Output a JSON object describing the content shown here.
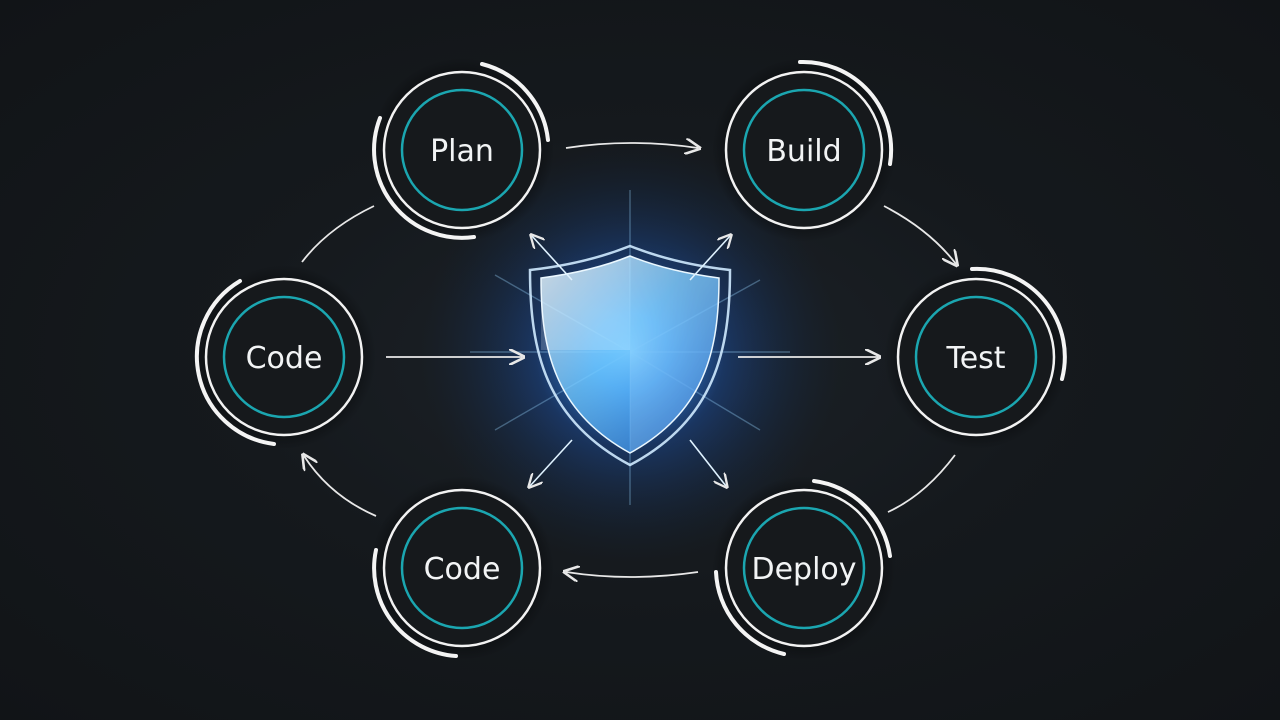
{
  "colors": {
    "background": "#15191d",
    "node_fill": "#16191c",
    "node_ring_outer": "#f2f2f2",
    "node_ring_inner": "#1ba6b0",
    "connector": "#e8e8e8",
    "shield_glow": "#2b8cff"
  },
  "center": {
    "icon": "shield-icon"
  },
  "nodes": [
    {
      "id": "plan",
      "label": "Plan"
    },
    {
      "id": "build",
      "label": "Build"
    },
    {
      "id": "test",
      "label": "Test"
    },
    {
      "id": "deploy",
      "label": "Deploy"
    },
    {
      "id": "code-bottom",
      "label": "Code"
    },
    {
      "id": "code-left",
      "label": "Code"
    }
  ]
}
